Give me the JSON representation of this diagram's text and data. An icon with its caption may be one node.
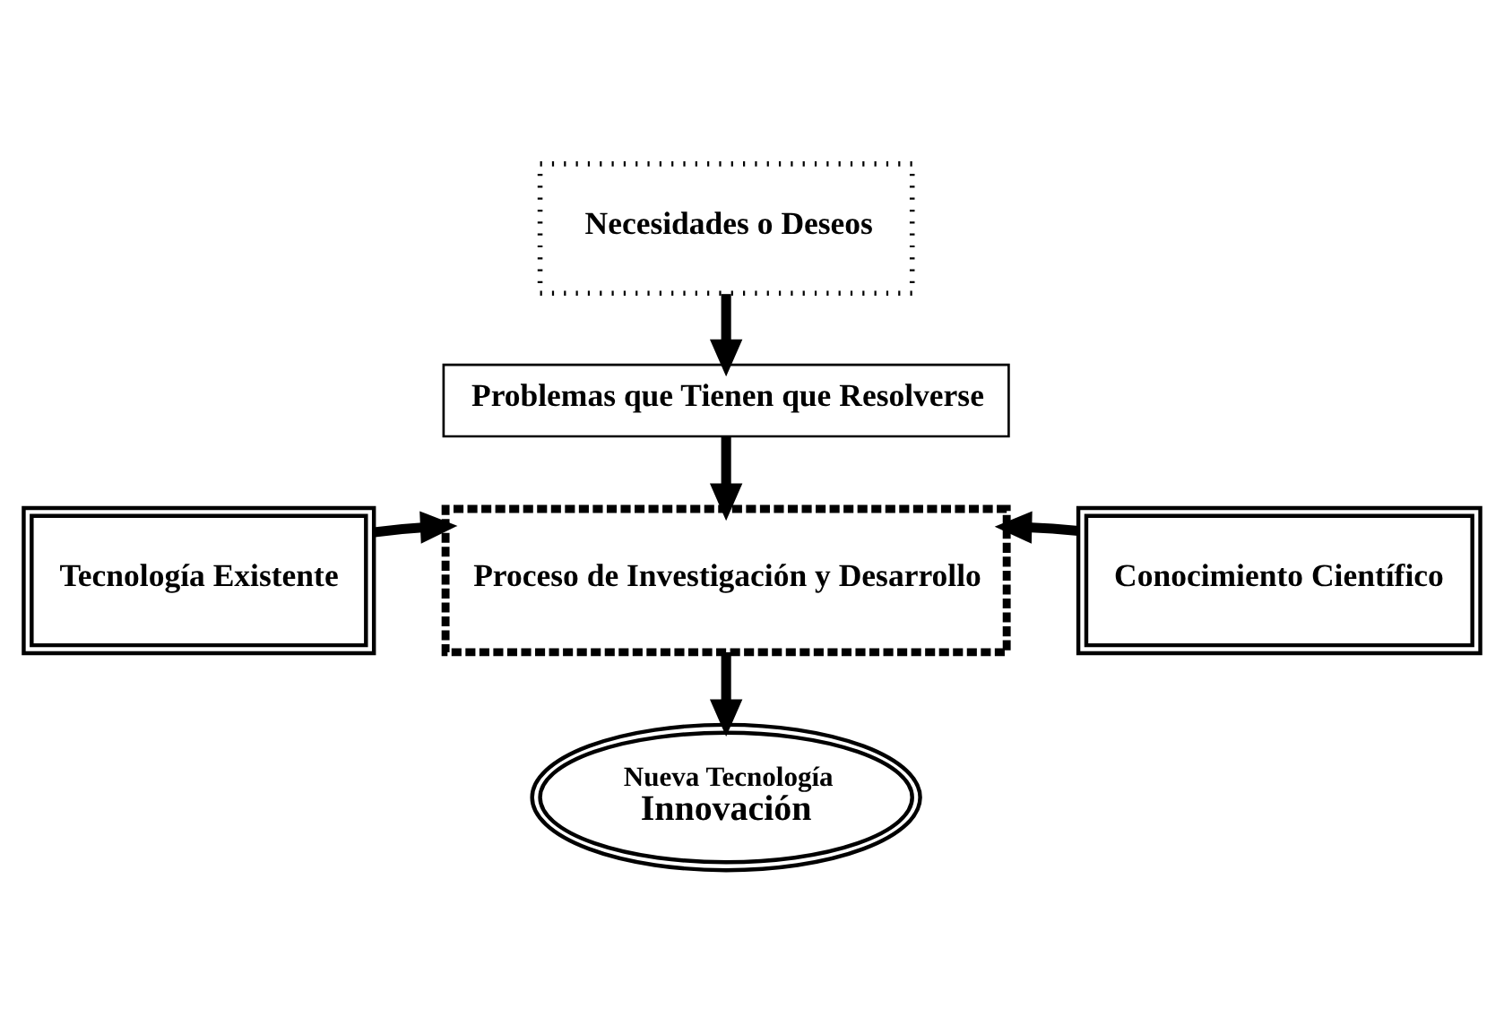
{
  "diagram": {
    "nodes": [
      {
        "text": [
          "Necesidades o Deseos"
        ]
      },
      {
        "text": [
          "Problemas que Tienen que Resolverse"
        ]
      },
      {
        "text": [
          "Tecnología Existente"
        ]
      },
      {
        "text": [
          "Proceso de Investigación y Desarrollo"
        ]
      },
      {
        "text": [
          "Conocimiento Científico"
        ]
      },
      {
        "text": [
          "Nueva Tecnología",
          "Innovación"
        ]
      }
    ],
    "edges": [
      {
        "from": 0,
        "to": 1,
        "arrow": "to"
      },
      {
        "from": 1,
        "to": 3,
        "arrow": "to"
      },
      {
        "from": 2,
        "to": 3,
        "arrow": "to"
      },
      {
        "from": 4,
        "to": 3,
        "arrow": "to"
      },
      {
        "from": 3,
        "to": 5,
        "arrow": "to"
      }
    ]
  }
}
